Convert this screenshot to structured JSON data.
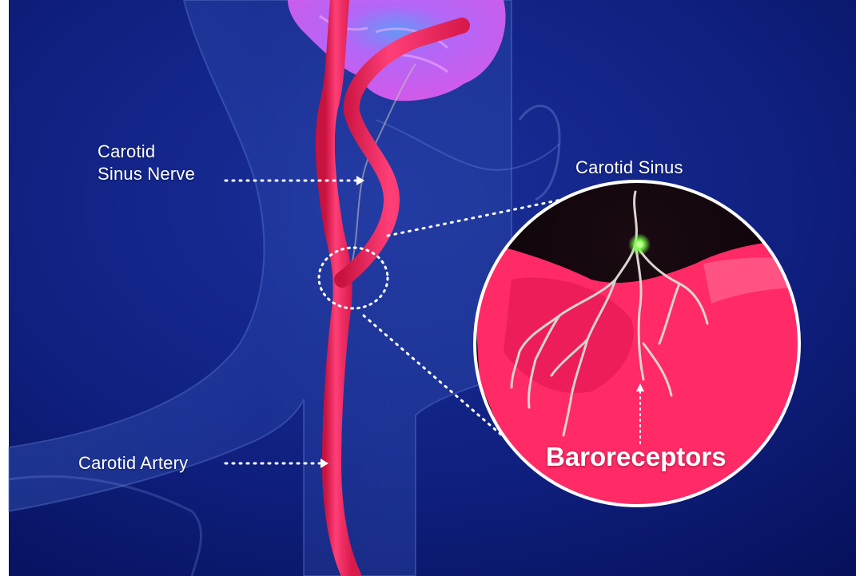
{
  "labels": {
    "carotid_sinus_nerve": [
      "Carotid",
      "Sinus Nerve"
    ],
    "carotid_sinus": "Carotid Sinus",
    "carotid_artery": "Carotid Artery",
    "baroreceptors": "Baroreceptors"
  },
  "colors": {
    "background": "#0b1a6e",
    "artery": "#ff2d6b",
    "vessel_inset": "#ff2a66",
    "brain": "#d86bff",
    "nerve_branches": "#d8d4d0",
    "nerve_signal": "#7dff4a",
    "label_text": "#ffffff"
  }
}
